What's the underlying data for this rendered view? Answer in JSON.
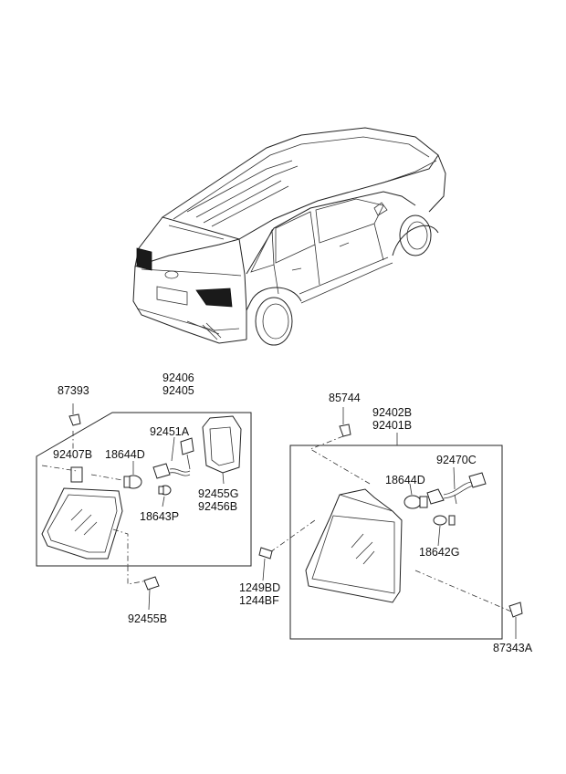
{
  "labels": {
    "p87393": "87393",
    "p92406": "92406",
    "p92405": "92405",
    "p92451A": "92451A",
    "p92407B": "92407B",
    "p18644D_left": "18644D",
    "p92455G": "92455G",
    "p92456B": "92456B",
    "p18643P": "18643P",
    "p92455B": "92455B",
    "p85744": "85744",
    "p92402B": "92402B",
    "p92401B": "92401B",
    "p92470C": "92470C",
    "p18644D_right": "18644D",
    "p18642G": "18642G",
    "p1249BD": "1249BD",
    "p1244BF": "1244BF",
    "p87343A": "87343A"
  }
}
